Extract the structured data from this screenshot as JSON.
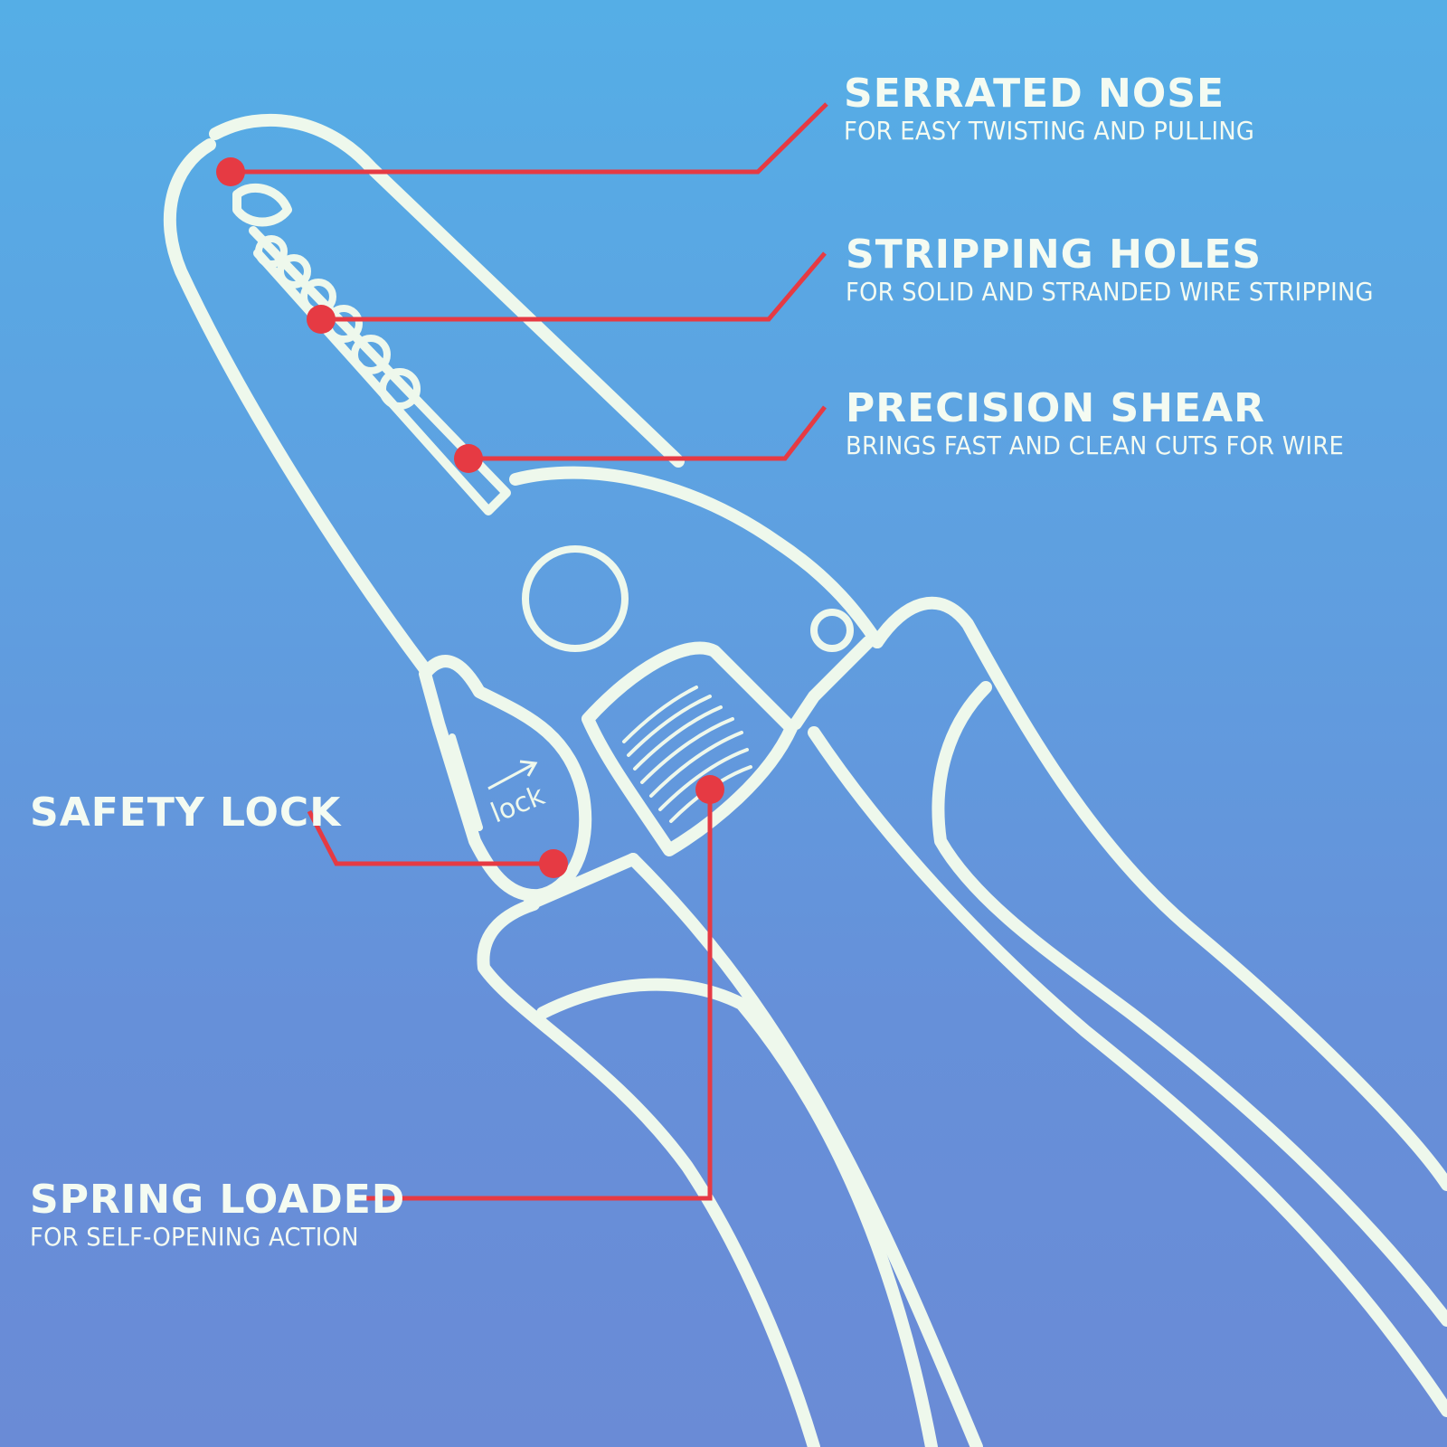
{
  "callouts": {
    "serrated_nose": {
      "title": "SERRATED NOSE",
      "subtitle": "FOR EASY TWISTING AND PULLING"
    },
    "stripping_holes": {
      "title": "STRIPPING HOLES",
      "subtitle": "FOR SOLID AND STRANDED WIRE STRIPPING"
    },
    "precision_shear": {
      "title": "PRECISION SHEAR",
      "subtitle": "BRINGS FAST AND CLEAN CUTS FOR WIRE"
    },
    "safety_lock": {
      "title": "SAFETY LOCK"
    },
    "spring_loaded": {
      "title": "SPRING LOADED",
      "subtitle": "FOR SELF-OPENING ACTION"
    }
  },
  "tool_label": "lock",
  "colors": {
    "outline": "#eef8ec",
    "leader": "#e63a43",
    "text": "#f4fbf2"
  }
}
